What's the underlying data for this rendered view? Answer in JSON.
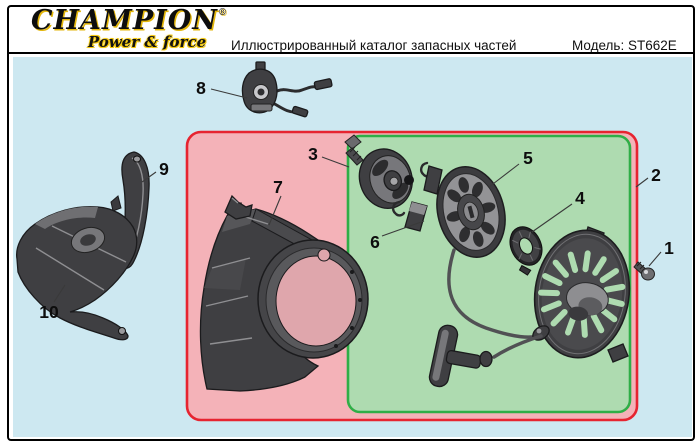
{
  "header": {
    "brand_name": "CHAMPION",
    "brand_registered": "®",
    "brand_tagline": "Power & force",
    "title": "Иллюстрированный каталог запасных частей",
    "model": "Модель: ST662E"
  },
  "colors": {
    "brand_accent": "#f2c70c",
    "diagram_background": "#cde8f1",
    "engine_group_fill": "#f4b2b8",
    "engine_group_border": "#e62430",
    "starter_group_fill": "#aedbb0",
    "starter_group_border": "#2fae47"
  },
  "callouts": [
    {
      "number": "1"
    },
    {
      "number": "2"
    },
    {
      "number": "3"
    },
    {
      "number": "4"
    },
    {
      "number": "5"
    },
    {
      "number": "6"
    },
    {
      "number": "7"
    },
    {
      "number": "8"
    },
    {
      "number": "9"
    },
    {
      "number": "10"
    }
  ]
}
